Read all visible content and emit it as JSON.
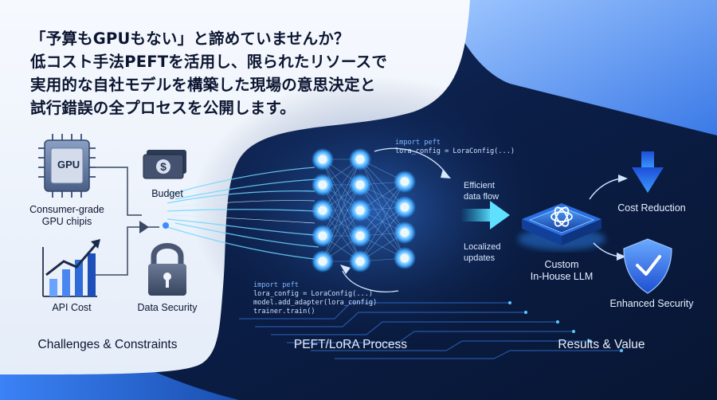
{
  "headline": {
    "lines": [
      "「予算もGPUもない」と諦めていませんか？",
      "低コスト手法PEFTを活用し、限られたリソースで",
      "実用的な自社モデルを構築した現場の意思決定と",
      "試行錯誤の全プロセスを公開します。"
    ]
  },
  "challenges": {
    "gpu_chip_text": "GPU",
    "gpu_label": "Consumer-grade\nGPU chipis",
    "budget_label": "Budget",
    "api_label": "API Cost",
    "security_label": "Data Security",
    "section_label": "Challenges & Constraints"
  },
  "process": {
    "code_top": [
      "import peft",
      "lora_config = LoraConfig(...)"
    ],
    "code_bottom": [
      "import peft",
      "lora_config = LoraConfig(...)",
      "model.add_adapter(lora_config)",
      "trainer.train()"
    ],
    "efficient_label": "Efficient\ndata flow",
    "localized_label": "Localized\nupdates",
    "section_label": "PEFT/LoRA Process"
  },
  "results": {
    "llm_label": "Custom\nIn-House LLM",
    "cost_label": "Cost Reduction",
    "security_label": "Enhanced Security",
    "section_label": "Results & Value"
  },
  "colors": {
    "dark_bg": "#0a1a3c",
    "light_panel": "#eef3fb",
    "accent_blue": "#3d8bff",
    "glow_cyan": "#7fd4ff",
    "text_dark": "#0b1530"
  },
  "icons": [
    "gpu-chip-icon",
    "money-icon",
    "growth-chart-icon",
    "padlock-icon",
    "openai-logo-icon",
    "down-arrow-icon",
    "shield-check-icon"
  ]
}
